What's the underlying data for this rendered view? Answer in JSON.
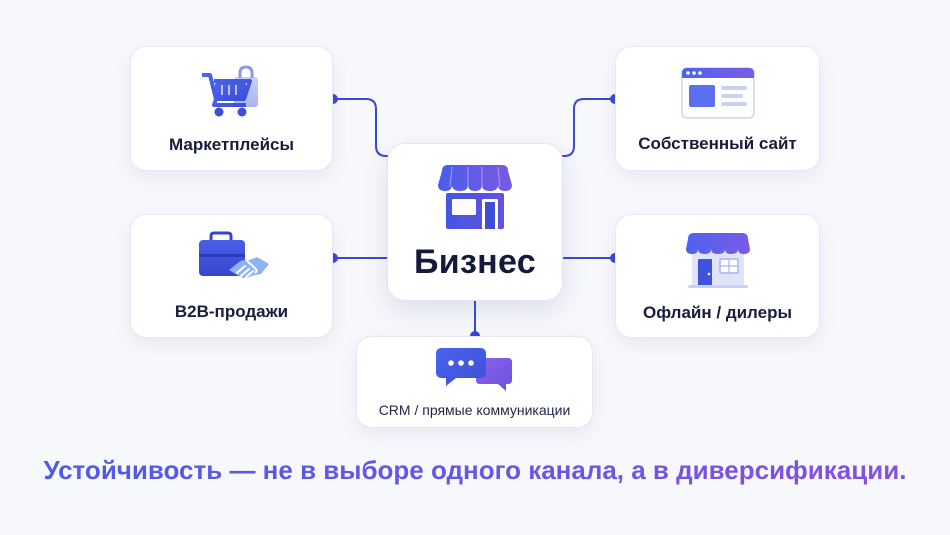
{
  "center": {
    "label": "Бизнес",
    "icon": "storefront-icon"
  },
  "channels": {
    "marketplaces": {
      "label": "Маркетплейсы",
      "icon": "shopping-cart-icon"
    },
    "own_site": {
      "label": "Собственный сайт",
      "icon": "browser-window-icon"
    },
    "b2b": {
      "label": "B2B-продажи",
      "icon": "briefcase-handshake-icon"
    },
    "offline": {
      "label": "Офлайн / дилеры",
      "icon": "shop-icon"
    },
    "crm": {
      "label": "CRM / прямые коммуникации",
      "icon": "chat-bubbles-icon"
    }
  },
  "tagline": "Устойчивость — не в выборе одного канала, а в диверсификации.",
  "colors": {
    "accent_blue": "#4a5be8",
    "accent_purple": "#8a4fe0",
    "connector": "#3b48d6",
    "text_dark": "#141a3a"
  }
}
